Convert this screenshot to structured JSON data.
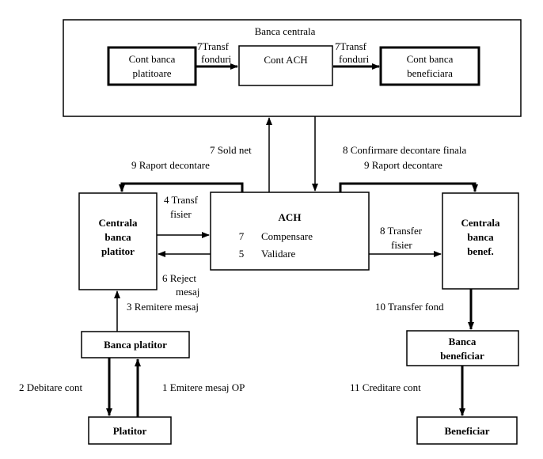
{
  "nodes": {
    "banca_centrala": {
      "title": "Banca centrala"
    },
    "cont_banca_platitoare": {
      "line1": "Cont banca",
      "line2": "platitoare"
    },
    "cont_ach": {
      "label": "Cont ACH"
    },
    "cont_banca_beneficiara": {
      "line1": "Cont banca",
      "line2": "beneficiara"
    },
    "centrala_banca_platitor": {
      "line1": "Centrala",
      "line2": "banca",
      "line3": "platitor"
    },
    "ach": {
      "title": "ACH",
      "row1_num": "7",
      "row1_text": "Compensare",
      "row2_num": "5",
      "row2_text": "Validare"
    },
    "centrala_banca_benef": {
      "line1": "Centrala",
      "line2": "banca",
      "line3": "benef."
    },
    "banca_platitor": {
      "label": "Banca platitor"
    },
    "banca_beneficiar": {
      "line1": "Banca",
      "line2": "beneficiar"
    },
    "platitor": {
      "label": "Platitor"
    },
    "beneficiar": {
      "label": "Beneficiar"
    }
  },
  "edges": {
    "transf_fonduri_1": {
      "line1": "7Transf",
      "line2": "fonduri"
    },
    "transf_fonduri_2": {
      "line1": "7Transf",
      "line2": "fonduri"
    },
    "sold_net": "7 Sold net",
    "raport_decontare_left": "9 Raport decontare",
    "confirmare_decontare": "8 Confirmare decontare finala",
    "raport_decontare_right": "9 Raport decontare",
    "transf_fisier_4": {
      "line1": "4 Transf",
      "line2": "fisier"
    },
    "reject_mesaj": {
      "line1": "6 Reject",
      "line2": "mesaj"
    },
    "transfer_fisier_8": {
      "line1": "8 Transfer",
      "line2": "fisier"
    },
    "remitere_mesaj": "3 Remitere mesaj",
    "transfer_fond": "10 Transfer fond",
    "debitare_cont": "2 Debitare cont",
    "emitere_mesaj_op": "1 Emitere mesaj OP",
    "creditare_cont": "11 Creditare cont"
  }
}
